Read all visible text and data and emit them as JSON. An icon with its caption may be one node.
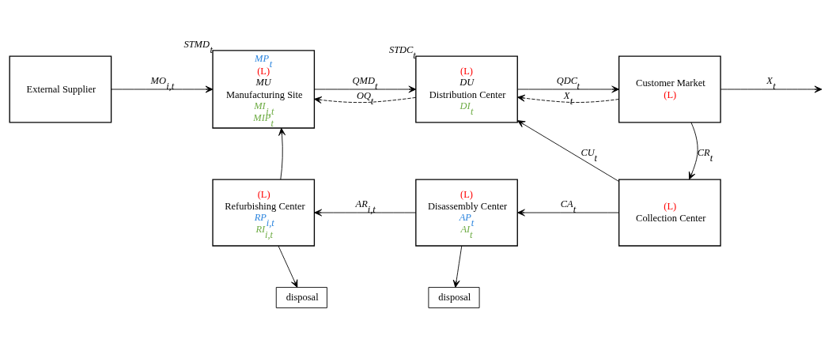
{
  "diagram": {
    "nodes": [
      {
        "text": [
          "External Supplier"
        ]
      },
      {
        "text": [
          "MP$_{t}$",
          "(L)",
          "MU",
          "Manufacturing Site",
          "MI$_{i,t}$",
          "MIP$_{t}$"
        ],
        "beside": [
          "STMD$_{t}$"
        ]
      },
      {
        "text": [
          "(L)",
          "DU",
          "Distribution Center",
          "DI$_{t}$"
        ],
        "beside": [
          "STDC$_{t}$"
        ]
      },
      {
        "text": [
          "Customer Market",
          "(L)"
        ]
      },
      {
        "text": [
          "(L)",
          "Refurbishing Center",
          "RP$_{i,t}$",
          "RI$_{i,t}$"
        ]
      },
      {
        "text": [
          "(L)",
          "Disassembly Center",
          "AP$_{t}$",
          "AI$_{t}$"
        ]
      },
      {
        "text": [
          "(L)",
          "Collection Center"
        ]
      },
      {
        "text": [
          "disposal"
        ]
      },
      {
        "text": [
          "disposal"
        ]
      }
    ],
    "edges": [
      {
        "from": 0,
        "to": 1,
        "arrow": "to",
        "label": "MO$_{i,t}$"
      },
      {
        "from": 1,
        "to": 2,
        "arrow": "to",
        "label": "QMD$_{t}$"
      },
      {
        "from": 2,
        "to": 1,
        "arrow": "to",
        "label": "OQ$_{t}$",
        "style": "dashed"
      },
      {
        "from": 2,
        "to": 3,
        "arrow": "to",
        "label": "QDC$_{t}$"
      },
      {
        "from": 3,
        "to": 2,
        "arrow": "to",
        "label": "X$_{t}$",
        "style": "dashed"
      },
      {
        "from": 3,
        "to": null,
        "arrow": "to",
        "label": "X$_{t}$"
      },
      {
        "from": 3,
        "to": 6,
        "arrow": "to",
        "label": "CR$_{t}$"
      },
      {
        "from": 6,
        "to": 2,
        "arrow": "to",
        "label": "CU$_{t}$"
      },
      {
        "from": 6,
        "to": 5,
        "arrow": "to",
        "label": "CA$_{t}$"
      },
      {
        "from": 5,
        "to": 4,
        "arrow": "to",
        "label": "AR$_{i,t}$"
      },
      {
        "from": 4,
        "to": 1,
        "arrow": "to"
      },
      {
        "from": 4,
        "to": 7,
        "arrow": "to"
      },
      {
        "from": 5,
        "to": 8,
        "arrow": "to"
      }
    ]
  }
}
